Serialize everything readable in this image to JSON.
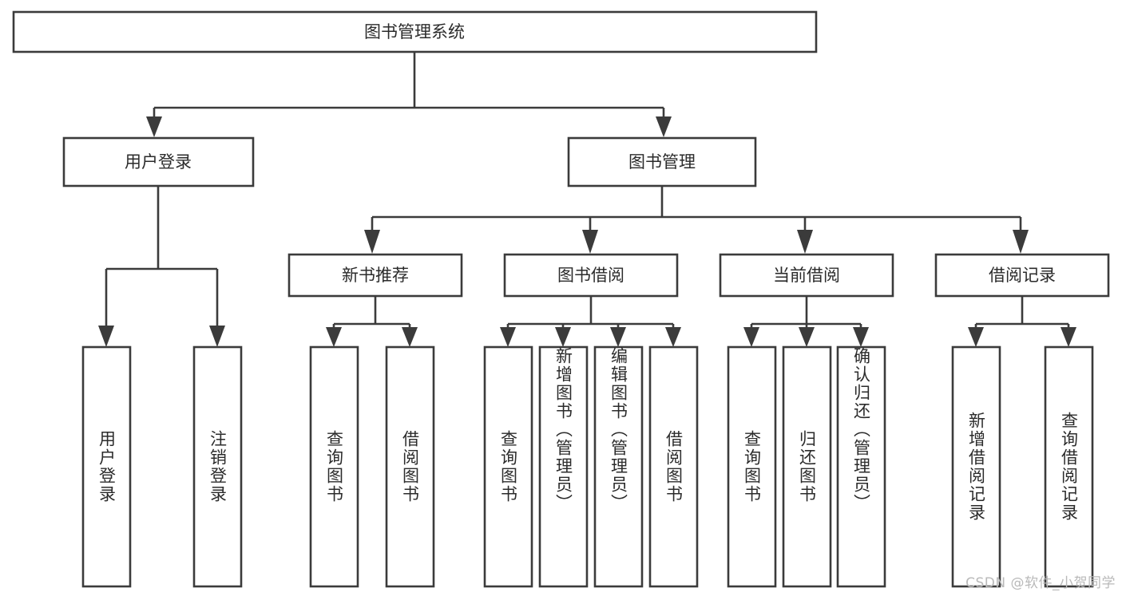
{
  "diagram": {
    "type": "tree-hierarchy",
    "title_node": {
      "label": "图书管理系统"
    },
    "level2": [
      {
        "id": "user-login",
        "label": "用户登录"
      },
      {
        "id": "book-management",
        "label": "图书管理"
      }
    ],
    "level3": [
      {
        "id": "new-book-recommend",
        "label": "新书推荐",
        "parent": "book-management"
      },
      {
        "id": "book-borrow",
        "label": "图书借阅",
        "parent": "book-management"
      },
      {
        "id": "current-borrow",
        "label": "当前借阅",
        "parent": "book-management"
      },
      {
        "id": "borrow-record",
        "label": "借阅记录",
        "parent": "book-management"
      }
    ],
    "leaves": [
      {
        "id": "leaf-user-login",
        "label": "用户登录",
        "parent": "user-login"
      },
      {
        "id": "leaf-logout-login",
        "label": "注销登录",
        "parent": "user-login"
      },
      {
        "id": "leaf-query-book-1",
        "label": "查询图书",
        "parent": "new-book-recommend"
      },
      {
        "id": "leaf-borrow-book-1",
        "label": "借阅图书",
        "parent": "new-book-recommend"
      },
      {
        "id": "leaf-query-book-2",
        "label": "查询图书",
        "parent": "book-borrow"
      },
      {
        "id": "leaf-add-book",
        "label": "新增图书（管理员）",
        "parent": "book-borrow"
      },
      {
        "id": "leaf-edit-book",
        "label": "编辑图书（管理员）",
        "parent": "book-borrow"
      },
      {
        "id": "leaf-borrow-book-2",
        "label": "借阅图书",
        "parent": "book-borrow"
      },
      {
        "id": "leaf-query-book-3",
        "label": "查询图书",
        "parent": "current-borrow"
      },
      {
        "id": "leaf-return-book",
        "label": "归还图书",
        "parent": "current-borrow"
      },
      {
        "id": "leaf-confirm-return",
        "label": "确认归还（管理员）",
        "parent": "current-borrow"
      },
      {
        "id": "leaf-add-record",
        "label": "新增借阅记录",
        "parent": "borrow-record"
      },
      {
        "id": "leaf-query-record",
        "label": "查询借阅记录",
        "parent": "borrow-record"
      }
    ]
  },
  "watermark": {
    "text": "CSDN @软件_小贺同学"
  },
  "colors": {
    "box_border": "#3b3b3b",
    "box_fill": "#ffffff",
    "text": "#2b2b2b",
    "connector": "#3b3b3b",
    "watermark": "#b9b9b9",
    "background": "#ffffff"
  }
}
